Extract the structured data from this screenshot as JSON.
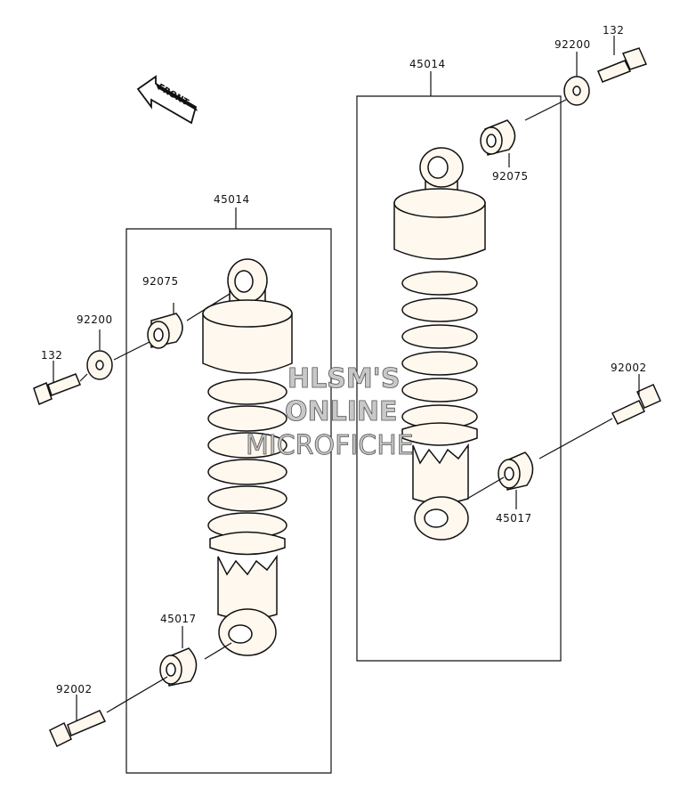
{
  "front_label": "FRONT",
  "labels": {
    "left_shock": "45014",
    "left_collar": "92075",
    "left_washer": "92200",
    "left_bolt": "132",
    "left_bushing": "45017",
    "left_bottom_bolt": "92002",
    "right_shock": "45014",
    "right_washer": "92200",
    "right_bolt": "132",
    "right_collar": "92075",
    "right_bottom_bolt": "92002",
    "right_bushing": "45017"
  },
  "watermark": {
    "line1": "HLSM'S",
    "line2": "ONLINE",
    "line3": "MICROFICHE"
  }
}
